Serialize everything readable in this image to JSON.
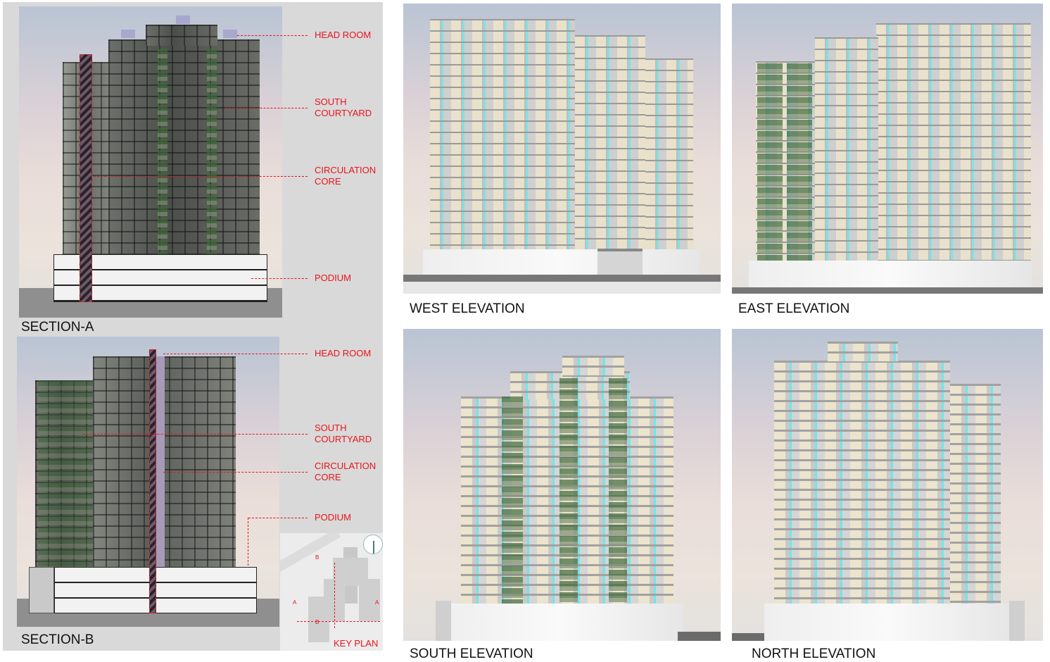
{
  "section_a": {
    "title": "SECTION-A",
    "annotations": [
      {
        "line1": "HEAD ROOM",
        "line2": ""
      },
      {
        "line1": "SOUTH",
        "line2": "COURTYARD"
      },
      {
        "line1": "CIRCULATION",
        "line2": "CORE"
      },
      {
        "line1": "PODIUM",
        "line2": ""
      }
    ]
  },
  "section_b": {
    "title": "SECTION-B",
    "annotations": [
      {
        "line1": "HEAD ROOM",
        "line2": ""
      },
      {
        "line1": "SOUTH",
        "line2": "COURTYARD"
      },
      {
        "line1": "CIRCULATION",
        "line2": "CORE"
      },
      {
        "line1": "PODIUM",
        "line2": ""
      }
    ]
  },
  "key_plan": {
    "title": "KEY PLAN",
    "markers": [
      "A",
      "A",
      "B",
      "B"
    ]
  },
  "elevations": {
    "west": "WEST ELEVATION",
    "east": "EAST ELEVATION",
    "south": "SOUTH ELEVATION",
    "north": "NORTH ELEVATION"
  },
  "colors": {
    "annotation": "#e8141b",
    "panel": "#d9d9d9"
  }
}
